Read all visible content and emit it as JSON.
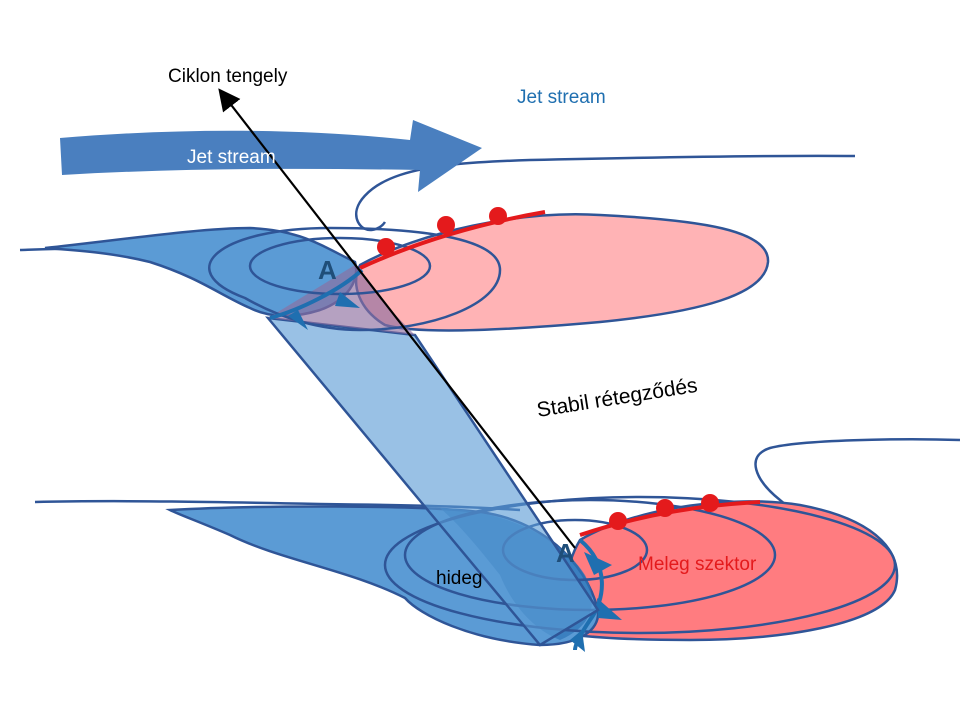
{
  "labels": {
    "axis": "Ciklon tengely",
    "jet_upper": "Jet stream",
    "jet_arrow": "Jet stream",
    "low_upper": "A",
    "low_lower": "A",
    "stable": "Stabil rétegződés",
    "cold": "hideg",
    "warm": "Meleg szektor"
  },
  "colors": {
    "cold_fill": "#5b9bd5",
    "cold_dark": "#2e75b6",
    "warm_fill": "#ff7c80",
    "warm_light": "#ffb3b5",
    "outline": "#2f5597",
    "front_red": "#e41a1c",
    "jet_blue": "#1f6fb0",
    "warm_text": "#e41a1c"
  }
}
